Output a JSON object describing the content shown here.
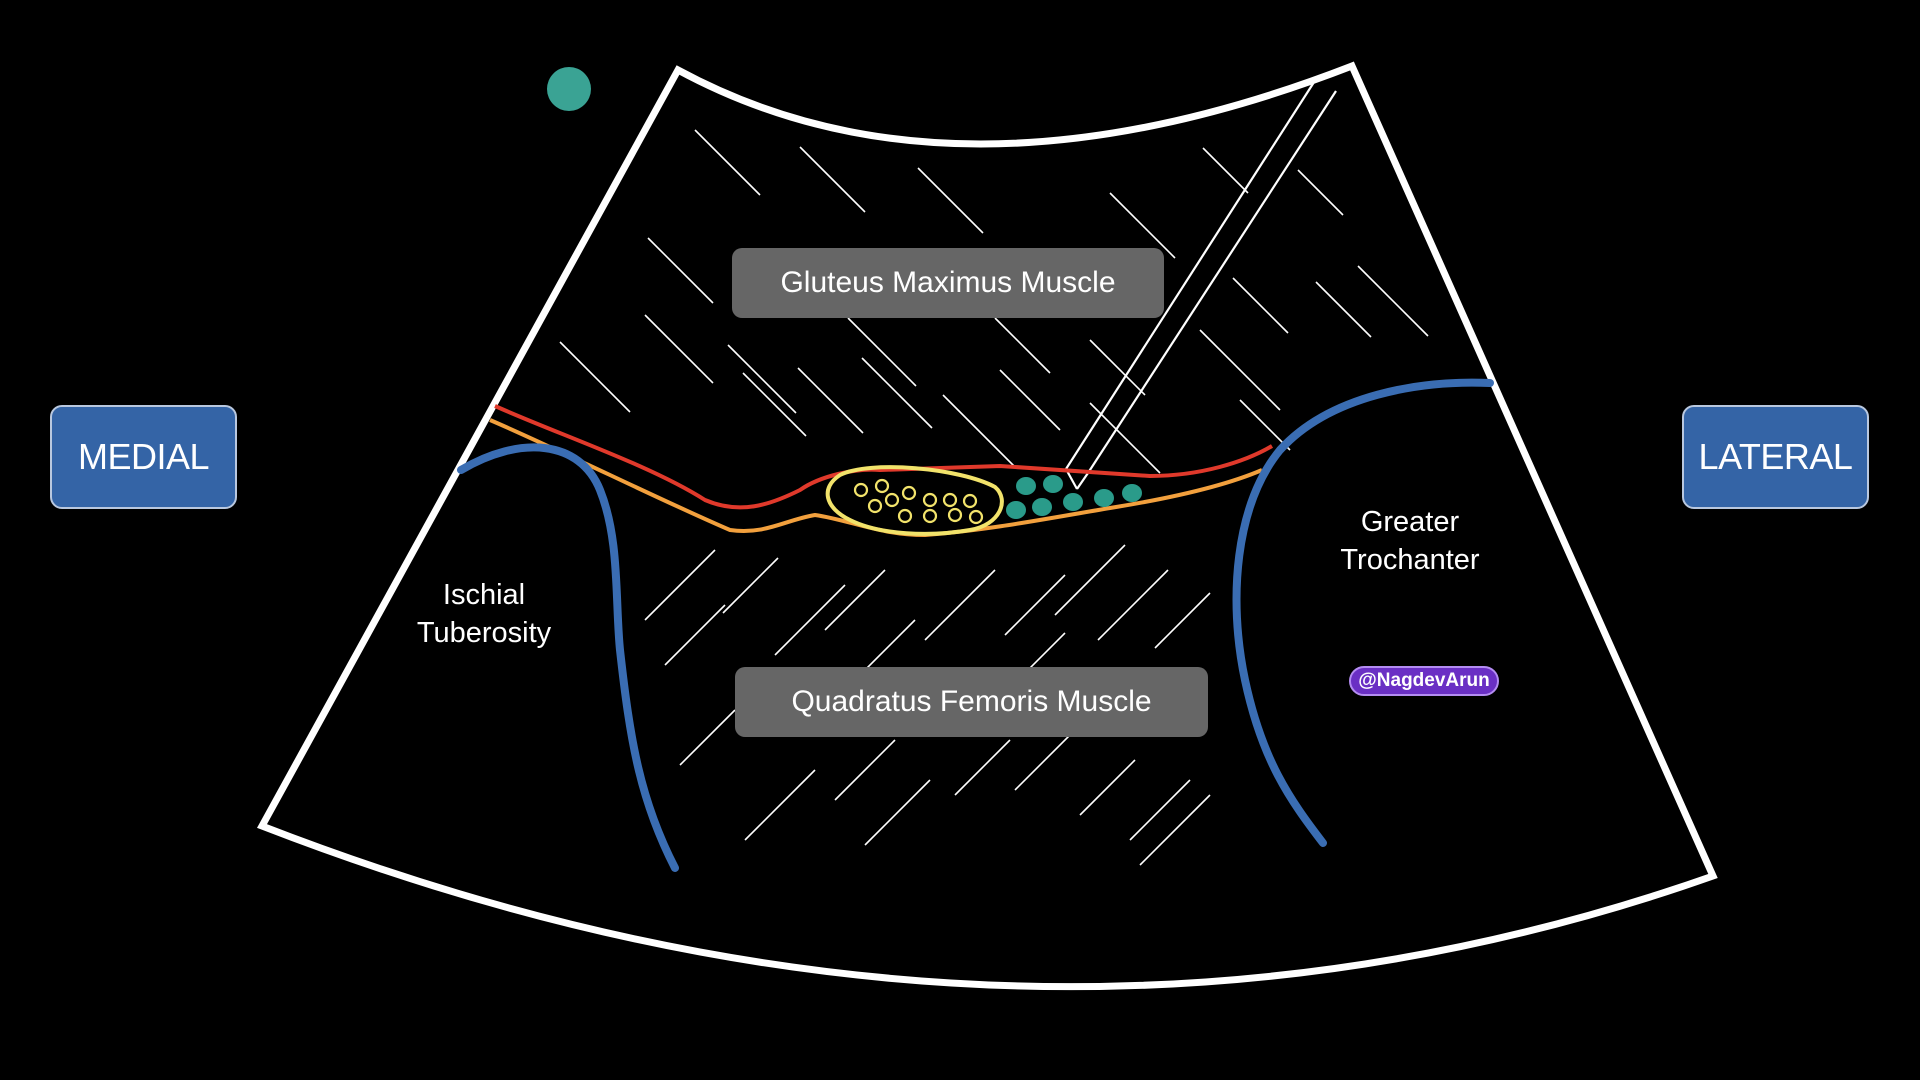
{
  "labels": {
    "medial": "MEDIAL",
    "lateral": "LATERAL",
    "gluteus": "Gluteus Maximus Muscle",
    "quadratus": "Quadratus Femoris Muscle",
    "ischial_line1": "Ischial",
    "ischial_line2": "Tuberosity",
    "trochanter_line1": "Greater",
    "trochanter_line2": "Trochanter",
    "handle": "@NagdevArun"
  },
  "colors": {
    "background": "#000000",
    "outline": "#ffffff",
    "bone": "#3a6db3",
    "fascia_upper": "#e0392b",
    "fascia_lower": "#f2a03d",
    "nerve": "#f2e36b",
    "vessels": "#2a9b8a",
    "orientation_marker": "#3aa394",
    "side_label_bg": "#3464a6",
    "muscle_label_bg": "#666666",
    "handle_bg": "#6a2fc4"
  }
}
